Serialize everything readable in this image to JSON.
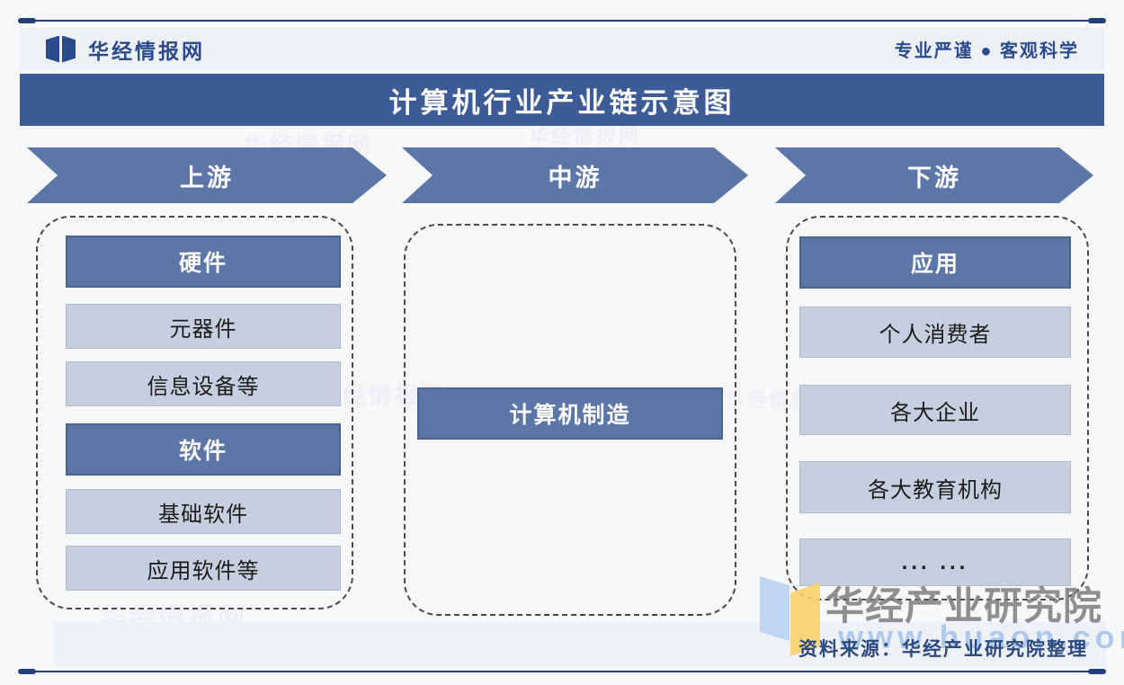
{
  "brand": {
    "name": "华经情报网",
    "slogan": "专业严谨 ● 客观科学"
  },
  "title": "计算机行业产业链示意图",
  "stages": [
    {
      "label": "上游"
    },
    {
      "label": "中游"
    },
    {
      "label": "下游"
    }
  ],
  "columns": {
    "upstream": {
      "rows": [
        {
          "label": "硬件",
          "type": "header"
        },
        {
          "label": "元器件",
          "type": "item"
        },
        {
          "label": "信息设备等",
          "type": "item"
        },
        {
          "label": "软件",
          "type": "header"
        },
        {
          "label": "基础软件",
          "type": "item"
        },
        {
          "label": "应用软件等",
          "type": "item"
        }
      ]
    },
    "midstream": {
      "rows": [
        {
          "label": "计算机制造",
          "type": "header"
        }
      ]
    },
    "downstream": {
      "rows": [
        {
          "label": "应用",
          "type": "header"
        },
        {
          "label": "个人消费者",
          "type": "item"
        },
        {
          "label": "各大企业",
          "type": "item"
        },
        {
          "label": "各大教育机构",
          "type": "item"
        },
        {
          "label": "... ...",
          "type": "item"
        }
      ]
    }
  },
  "watermark": {
    "org": "华经产业研究院",
    "url": "www.huaon.com",
    "ghost": "华经情报网"
  },
  "source": "资料来源：华经产业研究院整理",
  "colors": {
    "title_bar": "#3d5b97",
    "stage_arrow": "#5b76a7",
    "dark_node": "#5b76a7",
    "light_node": "#c5cfdf",
    "brand_navy": "#2b4b8c",
    "rule_navy": "#24407a",
    "source_text": "#2c4a80",
    "watermark_gray": "#7d7d7d",
    "watermark_blue": "#9fc0e8",
    "logo_yellow": "#f8d26a"
  }
}
